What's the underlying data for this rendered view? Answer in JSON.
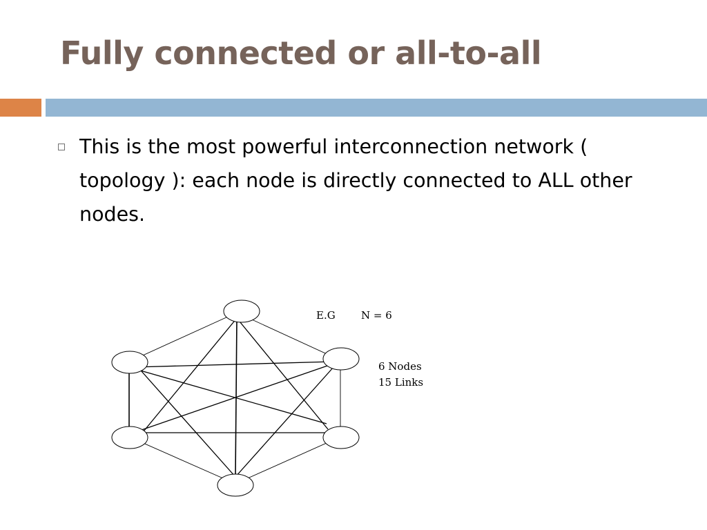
{
  "slide": {
    "title": "Fully connected or all-to-all",
    "bullet_text": "This is the most powerful interconnection network ( topology ): each node is directly connected to ALL other nodes."
  },
  "diagram": {
    "example_label": "E.G",
    "n_label": "N = 6",
    "nodes_label": "6 Nodes",
    "links_label": "15 Links",
    "node_count": 6,
    "link_count": 15
  },
  "colors": {
    "title": "#76635a",
    "accent_orange": "#dd8447",
    "accent_blue": "#93b6d3"
  }
}
